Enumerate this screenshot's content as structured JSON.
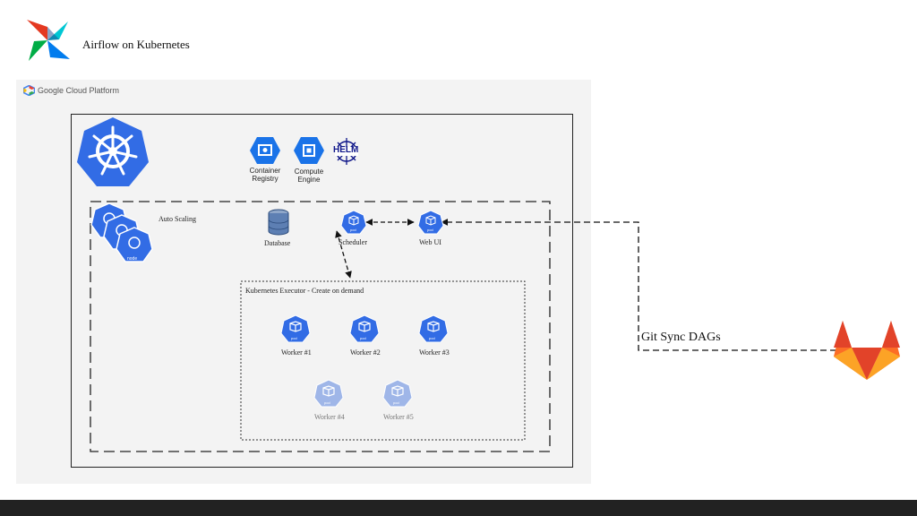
{
  "page_title": "Airflow on Kubernetes",
  "gcp_label": "Google Cloud Platform",
  "services": {
    "container_registry": "Container\nRegistry",
    "compute_engine": "Compute\nEngine",
    "helm": "HELM"
  },
  "cluster": {
    "auto_scaling": "Auto Scaling",
    "node_badge": "node",
    "database": "Database",
    "scheduler": "Scheduler",
    "web_ui": "Web UI",
    "pod_badge": "pod"
  },
  "executor": {
    "title": "Kubernetes Executor - Create on demand",
    "workers": [
      "Worker #1",
      "Worker #2",
      "Worker #3",
      "Worker #4",
      "Worker #5"
    ]
  },
  "git_sync_label": "Git Sync DAGs",
  "colors": {
    "k8s_blue": "#326ce5",
    "k8s_faded": "#9fb6e8",
    "gitlab_orange": "#fc6d26",
    "gitlab_red": "#e24329",
    "gitlab_yellow": "#fca326",
    "panel_bg": "#f3f3f3"
  }
}
